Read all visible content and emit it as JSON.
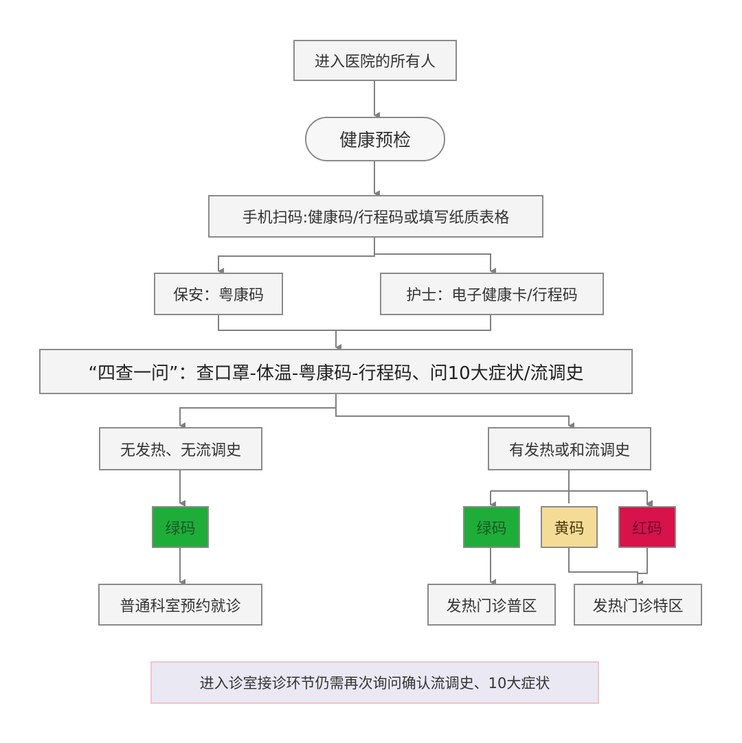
{
  "diagram": {
    "nodes": {
      "entry": "进入医院的所有人",
      "precheck": "健康预检",
      "scan": "手机扫码:健康码/行程码或填写纸质表格",
      "security": "保安：粤康码",
      "nurse": "护士：电子健康卡/行程码",
      "four_checks": "“四查一问”：查口罩-体温-粤康码-行程码、问10大症状/流调史",
      "no_fever": "无发热、无流调史",
      "has_fever": "有发热或和流调史",
      "green_left": "绿码",
      "green_right": "绿码",
      "yellow": "黄码",
      "red": "红码",
      "regular_clinic": "普通科室预约就诊",
      "fever_general": "发热门诊普区",
      "fever_special": "发热门诊特区"
    },
    "note": "进入诊室接诊环节仍需再次询问确认流调史、10大症状",
    "colors": {
      "green": "#1fad3a",
      "yellow": "#f5dc96",
      "red": "#d8124a",
      "connector": "#808080",
      "note_bg": "#e9e8f3",
      "note_border": "#f0c4cc"
    }
  }
}
